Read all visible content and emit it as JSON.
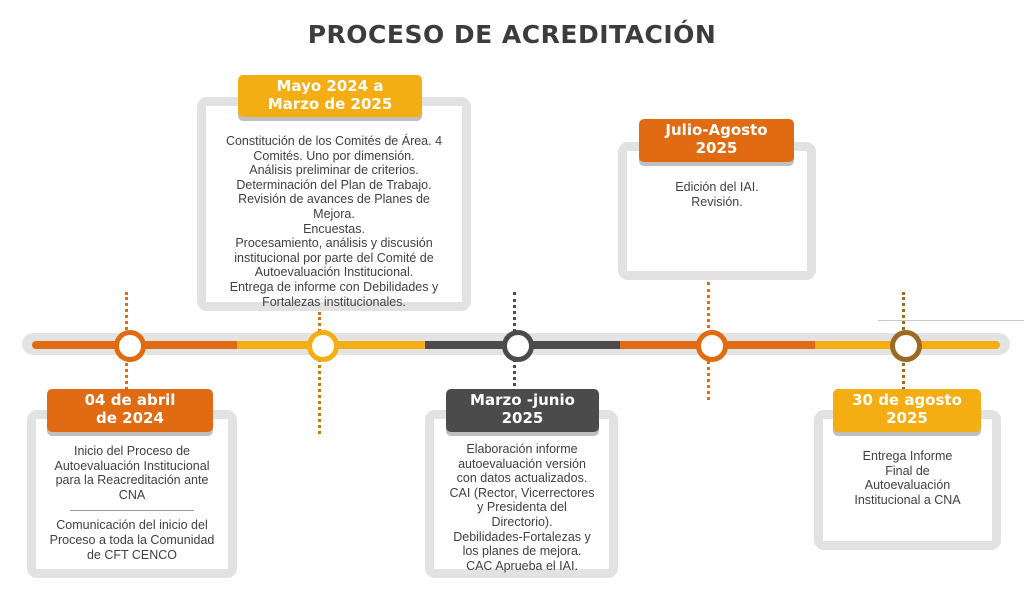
{
  "title": "PROCESO DE ACREDITACIÓN",
  "colors": {
    "orange": "#e06b12",
    "yellow": "#f4ad12",
    "dark": "#4b4b4b",
    "brown": "#9b6a23",
    "card_border": "#e2e2e2"
  },
  "milestones": [
    {
      "date_lines": [
        "04 de abril",
        "de 2024"
      ],
      "text_lines": [
        "Inicio del Proceso de",
        "Autoevaluación Institucional",
        "para la Reacreditación ante",
        "CNA"
      ],
      "text_lines_2": [
        "Comunicación del inicio del",
        "Proceso a toda la Comunidad",
        "de CFT CENCO"
      ]
    },
    {
      "date_lines": [
        "Mayo 2024 a",
        "Marzo de 2025"
      ],
      "text_lines": [
        "Constitución de los Comités de Área. 4",
        "Comités. Uno por dimensión.",
        "Análisis preliminar de criterios.",
        "Determinación del Plan de Trabajo.",
        "Revisión de avances de Planes de",
        "Mejora.",
        "Encuestas.",
        "Procesamiento, análisis y discusión",
        "institucional por parte del Comité de",
        "Autoevaluación Institucional.",
        "Entrega de informe con Debilidades y",
        "Fortalezas institucionales."
      ]
    },
    {
      "date_lines": [
        "Marzo -junio",
        "2025"
      ],
      "text_lines": [
        "Elaboración informe",
        "autoevaluación versión",
        "con datos actualizados.",
        "CAI (Rector, Vicerrectores",
        "y Presidenta del",
        "Directorio).",
        "Debilidades-Fortalezas y",
        "los planes de mejora.",
        "CAC Aprueba el IAI."
      ]
    },
    {
      "date_lines": [
        "Julio-Agosto",
        "2025"
      ],
      "text_lines": [
        "Edición del IAI.",
        "Revisión."
      ]
    },
    {
      "date_lines": [
        "30 de agosto",
        "2025"
      ],
      "text_lines": [
        "Entrega Informe",
        "Final de",
        "Autoevaluación",
        "Institucional a CNA"
      ]
    }
  ]
}
